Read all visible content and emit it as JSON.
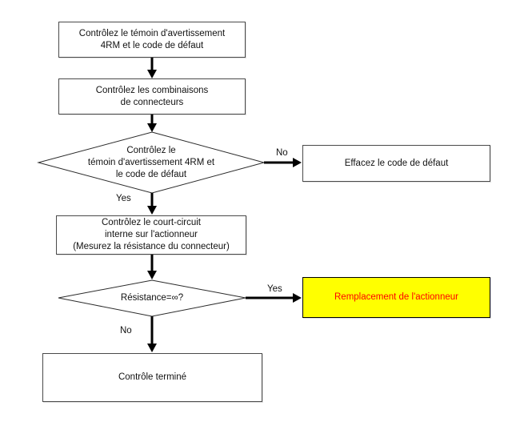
{
  "flowchart": {
    "nodes": {
      "check_warning_light": {
        "shape": "process",
        "lines": [
          "Contrôlez le témoin d'avertissement",
          "4RM et le code de défaut"
        ]
      },
      "check_connectors": {
        "shape": "process",
        "lines": [
          "Contrôlez les combinaisons",
          "de connecteurs"
        ]
      },
      "decision_warning_light": {
        "shape": "decision",
        "lines": [
          "Contrôlez le",
          "témoin d'avertissement 4RM et",
          "le code de défaut"
        ]
      },
      "erase_fault_code": {
        "shape": "process",
        "lines": [
          "Effacez le code de défaut"
        ]
      },
      "check_short_circuit": {
        "shape": "process",
        "lines": [
          "Contrôlez le court-circuit",
          "interne sur l'actionneur",
          "(Mesurez la résistance du connecteur)"
        ]
      },
      "decision_resistance": {
        "shape": "decision",
        "lines": [
          "Résistance=∞?"
        ]
      },
      "replace_actuator": {
        "shape": "process-highlight",
        "lines": [
          "Remplacement de l'actionneur"
        ]
      },
      "check_complete": {
        "shape": "process",
        "lines": [
          "Contrôle terminé"
        ]
      }
    },
    "edge_labels": {
      "decision1_yes": "Yes",
      "decision1_no": "No",
      "decision2_yes": "Yes",
      "decision2_no": "No"
    },
    "colors": {
      "background": "#ffffff",
      "box_fill": "#ffffff",
      "box_border": "#4a4a4a",
      "arrow": "#000000",
      "highlight_fill": "#ffff00",
      "highlight_text": "#ff0000"
    }
  }
}
